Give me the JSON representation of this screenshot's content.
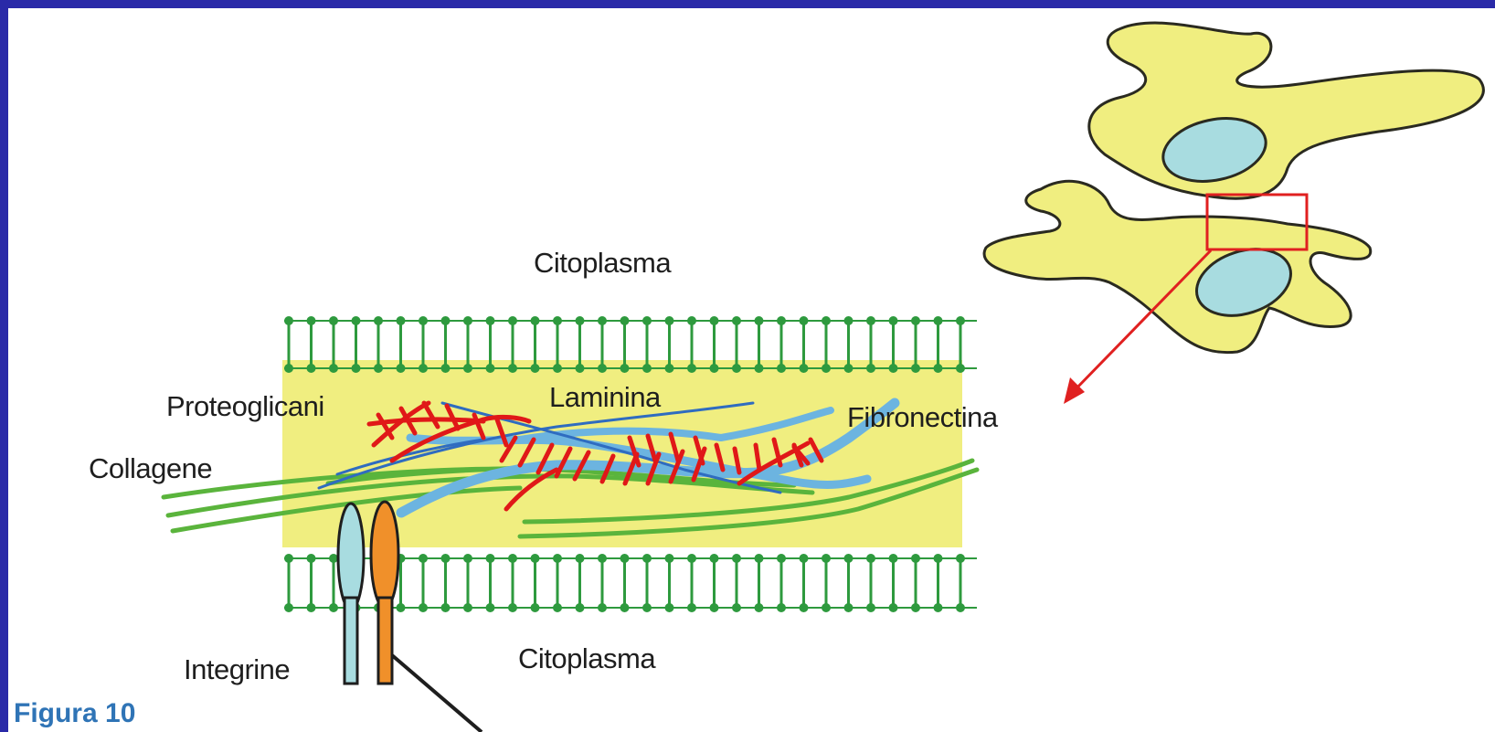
{
  "labels": {
    "citoplasma_top": "Citoplasma",
    "citoplasma_bottom": "Citoplasma",
    "proteoglicani": "Proteoglicani",
    "laminina": "Laminina",
    "fibronectina": "Fibronectina",
    "collagene": "Collagene",
    "integrine": "Integrine"
  },
  "caption": "Figura 10",
  "colors": {
    "frame_border": "#2a2aa8",
    "cell_fill": "#f0ee80",
    "nucleus_fill": "#a8dce0",
    "zoom_box": "#e02020",
    "membrane": "#2e9a3e",
    "matrix_fill": "#f0ee80",
    "collagen": "#5ab43c",
    "fibronectin": "#6cb4e0",
    "laminin": "#2f6cc0",
    "proteoglycan": "#e01818",
    "integrin_alpha": "#a8dce0",
    "integrin_beta": "#f0902a",
    "caption": "#2f74b6"
  }
}
